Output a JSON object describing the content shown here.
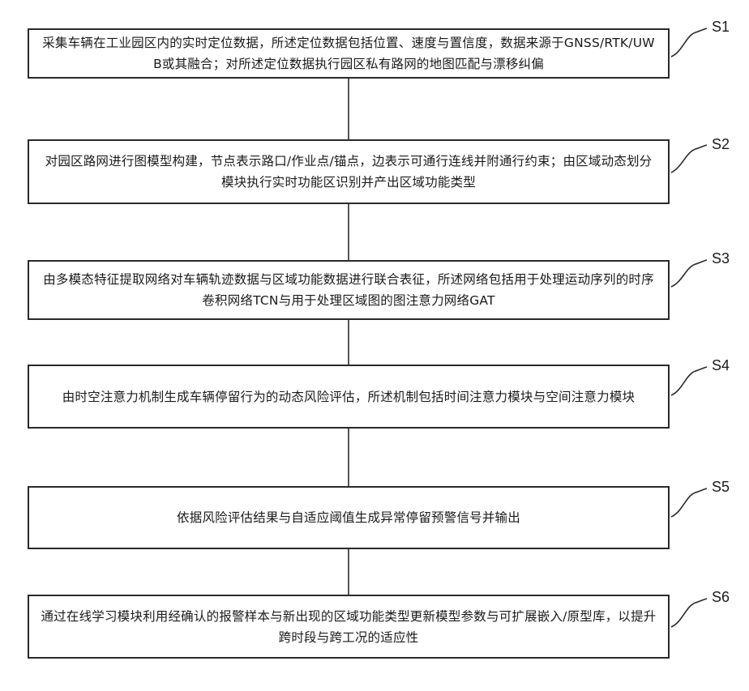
{
  "steps": [
    {
      "label": "S1",
      "text": "采集车辆在工业园区内的实时定位数据，所述定位数据包括位置、速度与置信度，数据来源于GNSS/RTK/UWB或其融合；对所述定位数据执行园区私有路网的地图匹配与漂移纠偏"
    },
    {
      "label": "S2",
      "text": "对园区路网进行图模型构建，节点表示路口/作业点/锚点，边表示可通行连线并附通行约束；由区域动态划分模块执行实时功能区识别并产出区域功能类型"
    },
    {
      "label": "S3",
      "text": "由多模态特征提取网络对车辆轨迹数据与区域功能数据进行联合表征，所述网络包括用于处理运动序列的时序卷积网络TCN与用于处理区域图的图注意力网络GAT"
    },
    {
      "label": "S4",
      "text": "由时空注意力机制生成车辆停留行为的动态风险评估，所述机制包括时间注意力模块与空间注意力模块"
    },
    {
      "label": "S5",
      "text": "依据风险评估结果与自适应阈值生成异常停留预警信号并输出"
    },
    {
      "label": "S6",
      "text": "通过在线学习模块利用经确认的报警样本与新出现的区域功能类型更新模型参数与可扩展嵌入/原型库，以提升跨时段与跨工况的适应性"
    }
  ]
}
